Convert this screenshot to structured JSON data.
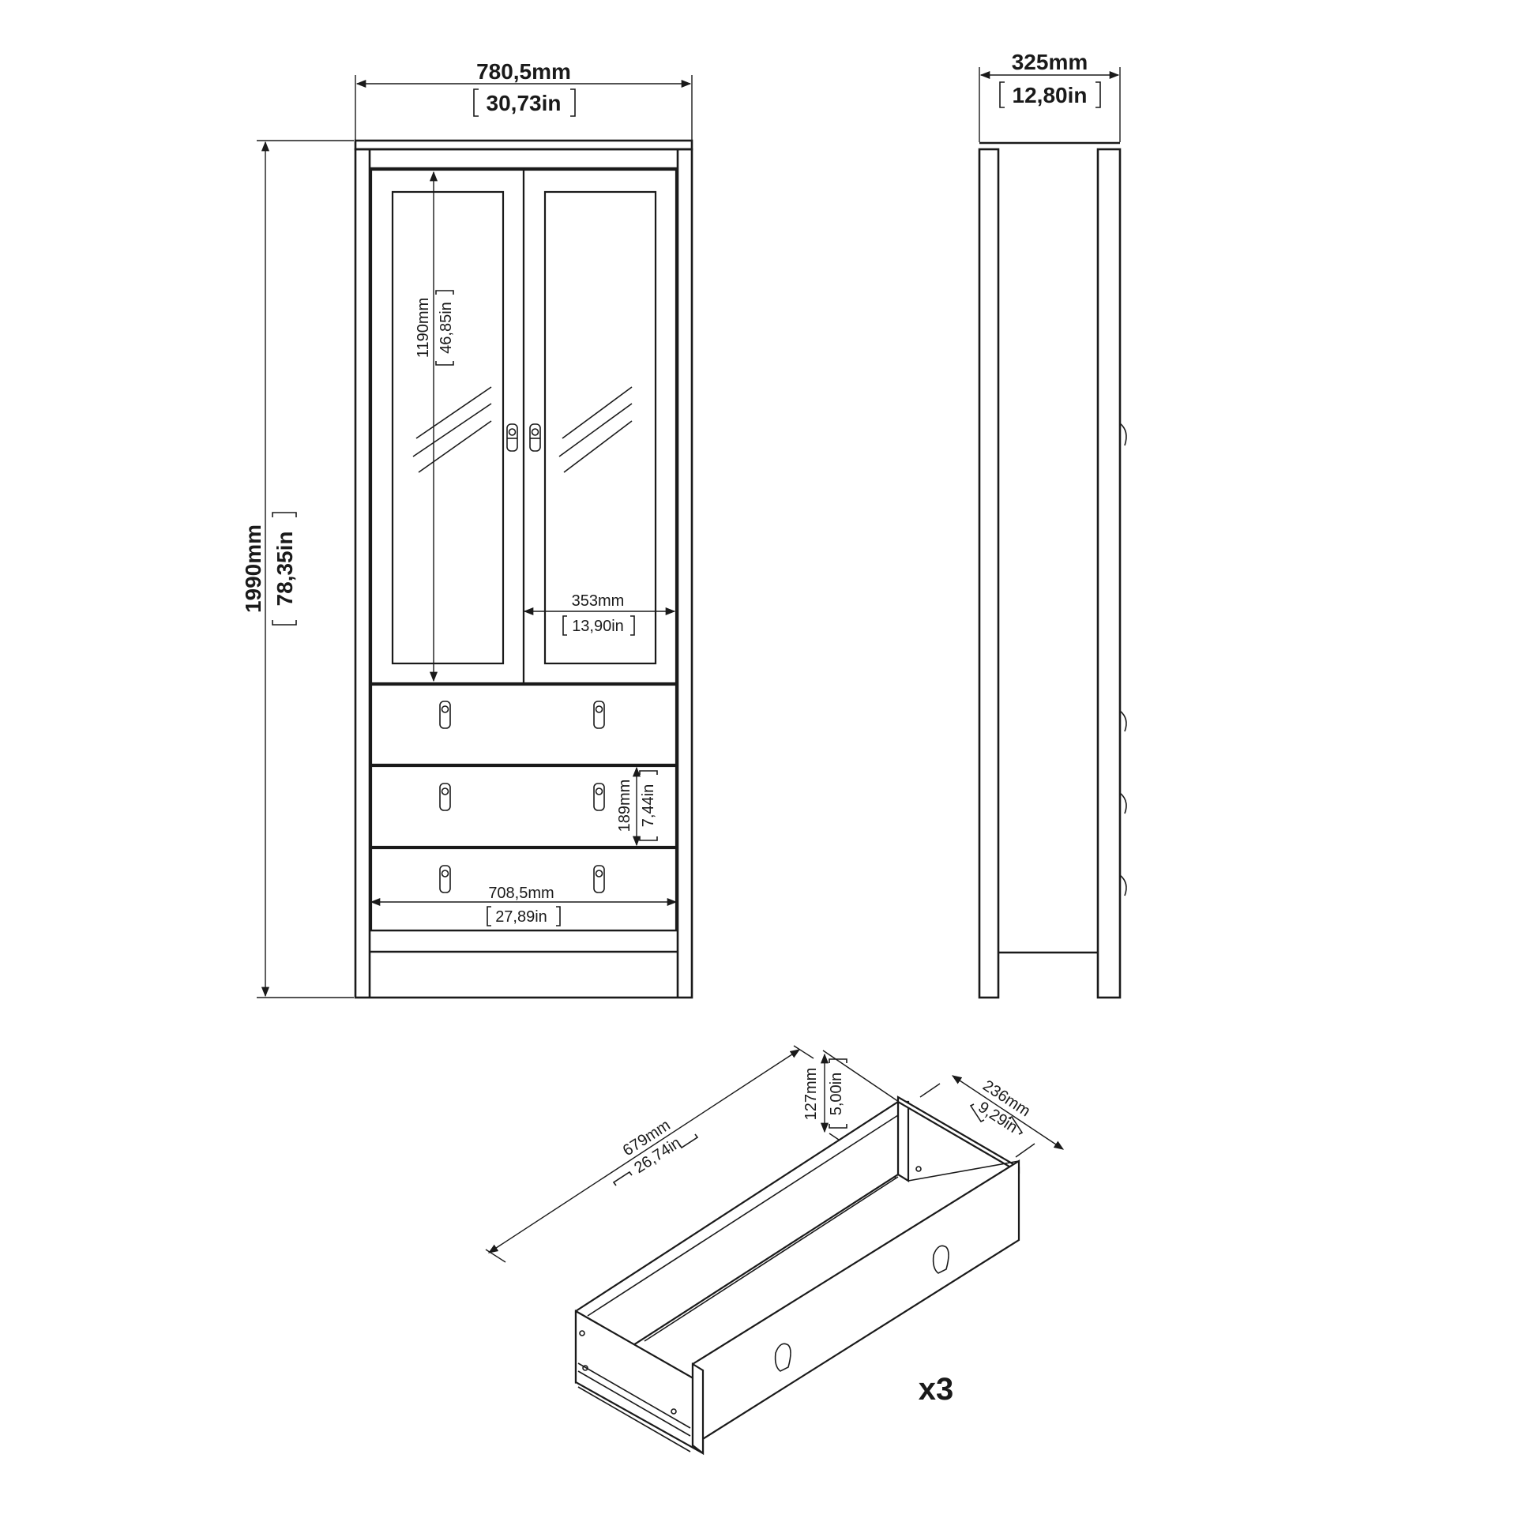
{
  "front_view": {
    "width_mm": "780,5mm",
    "width_in": "30,73in",
    "height_mm": "1990mm",
    "height_in": "78,35in",
    "glass_height_mm": "1190mm",
    "glass_height_in": "46,85in",
    "door_width_mm": "353mm",
    "door_width_in": "13,90in",
    "drawer_height_mm": "189mm",
    "drawer_height_in": "7,44in",
    "inner_width_mm": "708,5mm",
    "inner_width_in": "27,89in"
  },
  "side_view": {
    "depth_mm": "325mm",
    "depth_in": "12,80in"
  },
  "drawer_view": {
    "length_mm": "679mm",
    "length_in": "26,74in",
    "height_mm": "127mm",
    "height_in": "5,00in",
    "depth_mm": "236mm",
    "depth_in": "9,29in",
    "quantity": "x3"
  }
}
